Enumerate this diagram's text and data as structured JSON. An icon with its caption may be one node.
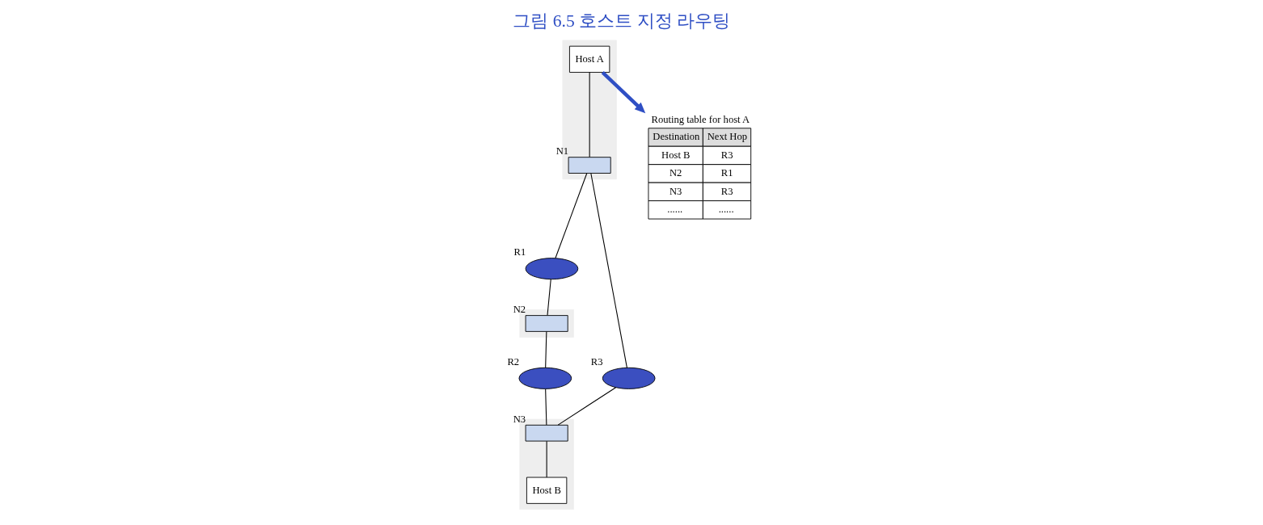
{
  "diagram": {
    "title": "그림 6.5 호스트 지정 라우팅",
    "nodes": [
      {
        "text": [
          "Routing table for host A",
          "Destination",
          "Next Hop",
          "Host B",
          "R3",
          "N2",
          "R1",
          "N3",
          "R3",
          "......",
          "......"
        ]
      },
      {
        "text": [],
        "shape": "box"
      },
      {
        "text": [
          "Host A"
        ],
        "in": 1
      },
      {
        "text": [],
        "shape": "box",
        "beside": [
          "N1"
        ],
        "in": 1
      },
      {
        "text": [],
        "shape": "ellipse",
        "beside": [
          "R1"
        ]
      },
      {
        "text": [],
        "shape": "ellipse",
        "beside": [
          "R3"
        ]
      },
      {
        "text": [],
        "shape": "box"
      },
      {
        "text": [],
        "shape": "box",
        "beside": [
          "N2"
        ],
        "in": 6
      },
      {
        "text": [],
        "shape": "ellipse",
        "beside": [
          "R2"
        ]
      },
      {
        "text": [],
        "shape": "box"
      },
      {
        "text": [],
        "shape": "box",
        "beside": [
          "N3"
        ],
        "in": 9
      },
      {
        "text": [
          "Host B"
        ],
        "in": 9
      }
    ],
    "edges": [
      {
        "from": 2,
        "to": 0,
        "arrow": "to",
        "style": "thick",
        "color": "#2f4fc4"
      },
      {
        "from": 2,
        "to": 3,
        "arrow": "none"
      },
      {
        "from": 3,
        "to": 4,
        "arrow": "none"
      },
      {
        "from": 3,
        "to": 5,
        "arrow": "none"
      },
      {
        "from": 4,
        "to": 7,
        "arrow": "none"
      },
      {
        "from": 5,
        "to": 10,
        "arrow": "none"
      },
      {
        "from": 7,
        "to": 8,
        "arrow": "none"
      },
      {
        "from": 8,
        "to": 10,
        "arrow": "none"
      },
      {
        "from": 10,
        "to": 11,
        "arrow": "none"
      }
    ]
  }
}
